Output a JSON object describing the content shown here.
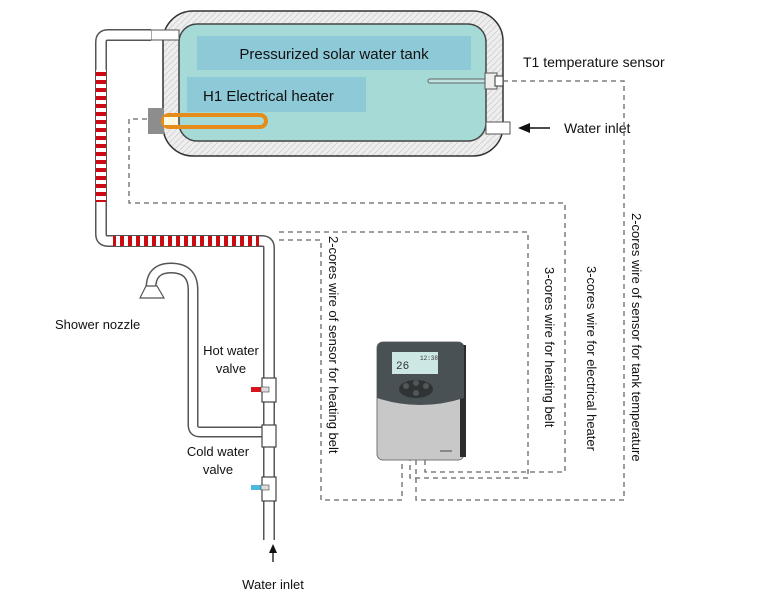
{
  "labels": {
    "tank_title": "Pressurized solar water tank",
    "heater": "H1 Electrical heater",
    "sensor": "T1 temperature sensor",
    "tank_inlet": "Water inlet",
    "shower": "Shower nozzle",
    "hot_valve_line1": "Hot water",
    "hot_valve_line2": "valve",
    "cold_valve_line1": "Cold water",
    "cold_valve_line2": "valve",
    "bottom_inlet": "Water inlet"
  },
  "wires": {
    "sensor_heating_belt": "2-cores wire of sensor for heating belt",
    "heating_belt": "3-cores wire for heating belt",
    "electrical_heater": "3-cores wire for electrical heater",
    "tank_temperature": "2-cores wire of sensor for tank temperature"
  },
  "controller": {
    "display_value": "26",
    "display_time": "12:38"
  },
  "colors": {
    "tank_water": "#a6dad7",
    "label_band": "#8ec9d8",
    "heater_orange": "#e58c1a",
    "heating_belt_red": "#cc0a12",
    "hot_red": "#d9141c",
    "cold_blue": "#4fb8de"
  }
}
